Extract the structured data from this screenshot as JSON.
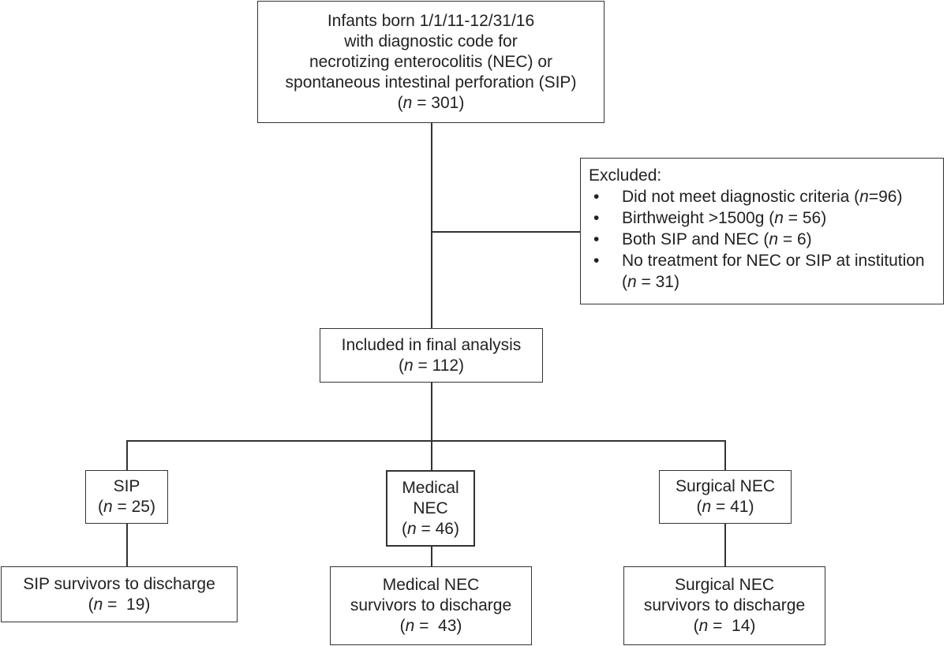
{
  "top": {
    "lines": [
      "Infants born 1/1/11-12/31/16",
      "with diagnostic code for",
      "necrotizing enterocolitis (NEC) or",
      "spontaneous intestinal perforation (SIP)"
    ],
    "n_prefix": "(",
    "n_var": "n",
    "n_suffix": " = 301)"
  },
  "excluded": {
    "title": "Excluded:",
    "items": [
      {
        "pre": "Did not meet diagnostic criteria (",
        "var": "n",
        "post": "=96)"
      },
      {
        "pre": "Birthweight >1500g (",
        "var": "n",
        "post": " = 56)"
      },
      {
        "pre": "Both SIP and NEC (",
        "var": "n",
        "post": " = 6)"
      },
      {
        "pre": "No treatment for NEC or SIP at institution (",
        "var": "n",
        "post": " = 31)"
      }
    ]
  },
  "included": {
    "label": "Included in final analysis",
    "n_prefix": "(",
    "n_var": "n",
    "n_suffix": " = 112)"
  },
  "groups": {
    "sip": {
      "label": "SIP",
      "n_prefix": "(",
      "n_var": "n",
      "n_suffix": " = 25)"
    },
    "medical": {
      "label1": "Medical",
      "label2": "NEC",
      "n_prefix": "(",
      "n_var": "n",
      "n_suffix": " = 46)"
    },
    "surgical": {
      "label": "Surgical NEC",
      "n_prefix": "(",
      "n_var": "n",
      "n_suffix": " = 41)"
    }
  },
  "survivors": {
    "sip": {
      "line1": "SIP survivors to discharge",
      "n_prefix": "(",
      "n_var": "n",
      "n_suffix": " =  19)"
    },
    "medical": {
      "line1": "Medical NEC",
      "line2": "survivors to discharge",
      "n_prefix": "(",
      "n_var": "n",
      "n_suffix": " =  43)"
    },
    "surgical": {
      "line1": "Surgical NEC",
      "line2": "survivors to discharge",
      "n_prefix": "(",
      "n_var": "n",
      "n_suffix": " =  14)"
    }
  }
}
